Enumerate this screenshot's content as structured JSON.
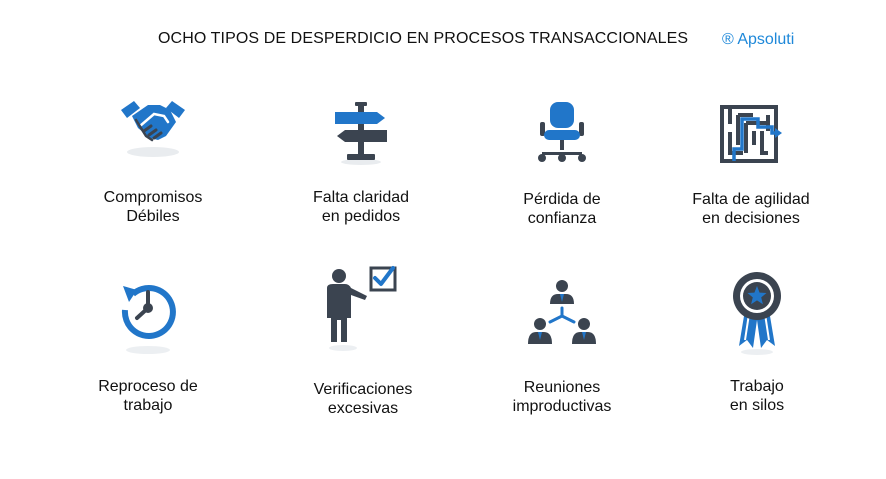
{
  "header": {
    "title": "OCHO TIPOS DE DESPERDICIO EN PROCESOS TRANSACCIONALES",
    "brand": "® Apsoluti"
  },
  "colors": {
    "dark": "#3b4450",
    "blue": "#2176c9",
    "text": "#111111",
    "brand": "#1e88d9"
  },
  "items": [
    {
      "icon": "handshake-icon",
      "line1": "Compromisos",
      "line2": "Débiles"
    },
    {
      "icon": "signpost-icon",
      "line1": "Falta claridad",
      "line2": "en pedidos"
    },
    {
      "icon": "office-chair-icon",
      "line1": "Pérdida de",
      "line2": "confianza"
    },
    {
      "icon": "maze-icon",
      "line1": "Falta de agilidad",
      "line2": "en decisiones"
    },
    {
      "icon": "rework-clock-icon",
      "line1": "Reproceso de",
      "line2": "trabajo"
    },
    {
      "icon": "presenter-checkbox-icon",
      "line1": "Verificaciones",
      "line2": "excesivas"
    },
    {
      "icon": "meeting-people-icon",
      "line1": "Reuniones",
      "line2": "improductivas"
    },
    {
      "icon": "award-ribbon-icon",
      "line1": "Trabajo",
      "line2": "en silos"
    }
  ]
}
